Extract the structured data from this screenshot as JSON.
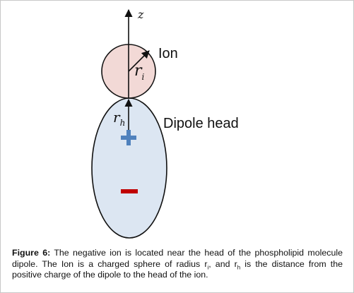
{
  "diagram": {
    "axis_label": "z",
    "ion_label": "Ion",
    "ion_radius_label": "r",
    "ion_radius_subscript": "i",
    "head_label": "Dipole head",
    "head_distance_label": "r",
    "head_distance_subscript": "h",
    "positive_charge_symbol": "+",
    "negative_charge_symbol": "−",
    "colors": {
      "ion_fill": "#f2d9d6",
      "head_fill": "#dce6f2",
      "outline": "#111111",
      "positive_charge": "#4f81bd",
      "negative_charge": "#c00000"
    }
  },
  "caption": {
    "figure_label": "Figure 6:",
    "text_before_ri": " The negative ion is located near the head of the phospholipid molecule dipole. The Ion is a charged sphere of radius r",
    "ri_subscript": "i",
    "text_between": ", and r",
    "rh_subscript": "h",
    "text_after": " is the distance from the positive charge of the dipole to the head of the ion."
  }
}
